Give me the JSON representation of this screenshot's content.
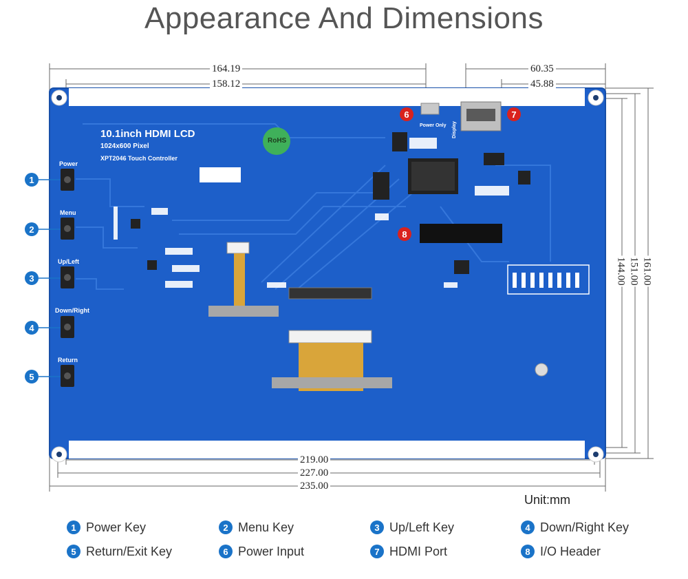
{
  "title": "Appearance And Dimensions",
  "dimensions": {
    "top_outer": "164.19",
    "top_inner": "158.12",
    "top_right_outer": "60.35",
    "top_right_inner": "45.88",
    "bottom_1": "219.00",
    "bottom_2": "227.00",
    "bottom_3": "235.00",
    "right_1": "144.00",
    "right_2": "151.00",
    "right_3": "161.00"
  },
  "unit": "Unit:mm",
  "board": {
    "name": "10.1inch HDMI LCD",
    "resolution": "1024x600 Pixel",
    "controller": "XPT2046 Touch Controller",
    "rohs_label": "RoHS",
    "power_only": "Power Only",
    "display": "Display",
    "buttons": [
      "Power",
      "Menu",
      "Up/Left",
      "Down/Right",
      "Return"
    ]
  },
  "callouts": {
    "side": [
      "1",
      "2",
      "3",
      "4",
      "5"
    ],
    "power": "6",
    "hdmi": "7",
    "header": "8"
  },
  "legend": [
    {
      "num": "1",
      "label": "Power Key"
    },
    {
      "num": "2",
      "label": "Menu Key"
    },
    {
      "num": "3",
      "label": "Up/Left Key"
    },
    {
      "num": "4",
      "label": "Down/Right Key"
    },
    {
      "num": "5",
      "label": "Return/Exit Key"
    },
    {
      "num": "6",
      "label": "Power Input"
    },
    {
      "num": "7",
      "label": "HDMI Port"
    },
    {
      "num": "8",
      "label": "I/O Header"
    }
  ],
  "colors": {
    "board": "#1d5fc9",
    "badge": "#1a73c8",
    "callout_red": "#d9221e"
  }
}
